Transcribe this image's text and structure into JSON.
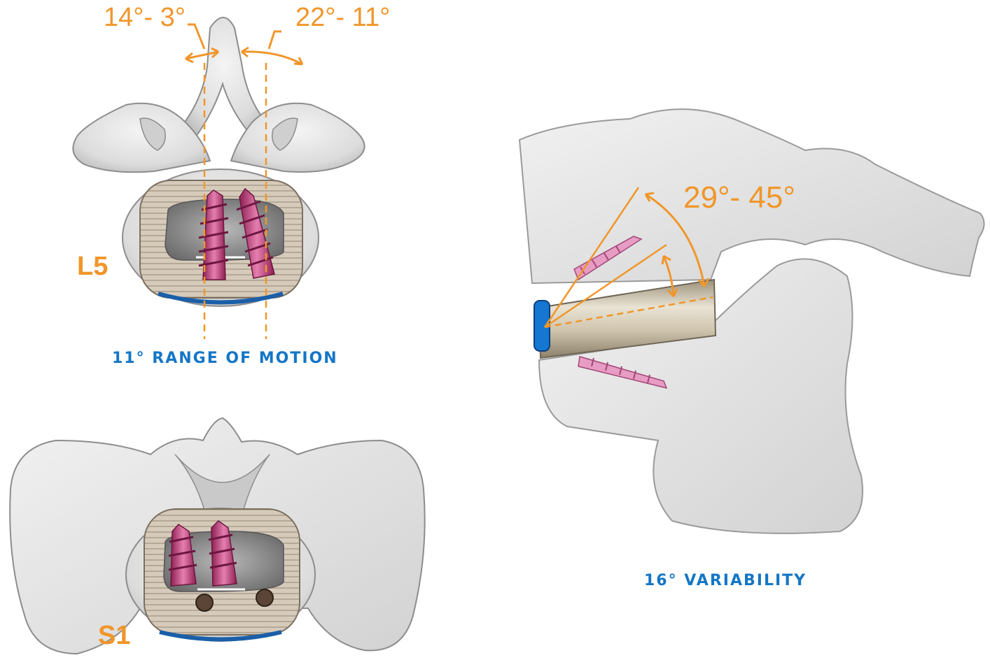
{
  "l5_view": {
    "left_angle": "14°- 3°",
    "right_angle": "22°- 11°",
    "level_label": "L5",
    "caption": "11° RANGE OF MOTION"
  },
  "s1_view": {
    "level_label": "S1"
  },
  "lateral_view": {
    "angle": "29°- 45°",
    "caption": "16° VARIABILITY"
  },
  "colors": {
    "orange": "#F0962A",
    "blue": "#1476C6",
    "screw": "#C2427E",
    "plate": "#CBBFAE",
    "bone": "#E6E6E6"
  }
}
